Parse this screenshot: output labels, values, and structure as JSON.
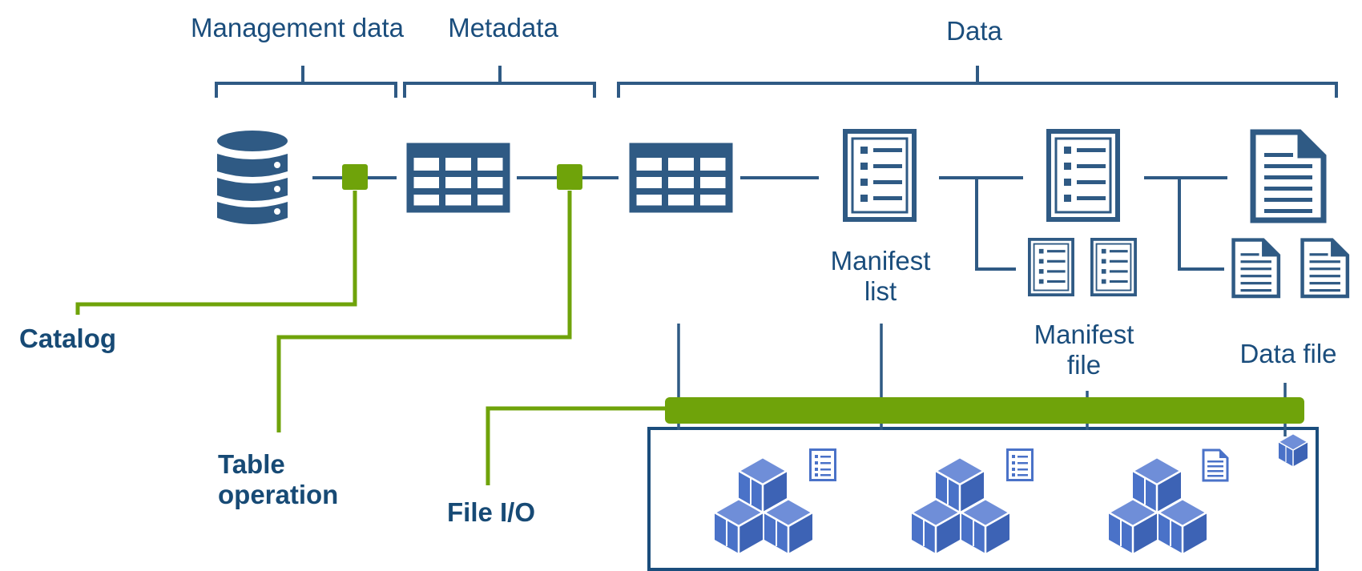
{
  "headers": {
    "management_data": "Management data",
    "metadata": "Metadata",
    "data": "Data"
  },
  "labels": {
    "manifest_list": [
      "Manifest",
      "list"
    ],
    "manifest_file": [
      "Manifest",
      "file"
    ],
    "data_file": "Data file"
  },
  "layers": {
    "catalog": "Catalog",
    "table_operation": [
      "Table",
      "operation"
    ],
    "file_io": "File I/O"
  },
  "colors": {
    "navy": "#1a4d7c",
    "icon": "#2f5a84",
    "green": "#6fa30a",
    "box_blue": "#4a72c8"
  },
  "icons": [
    "database-icon",
    "table-grid-icon",
    "list-document-icon",
    "text-document-icon",
    "box-stack-icon"
  ]
}
